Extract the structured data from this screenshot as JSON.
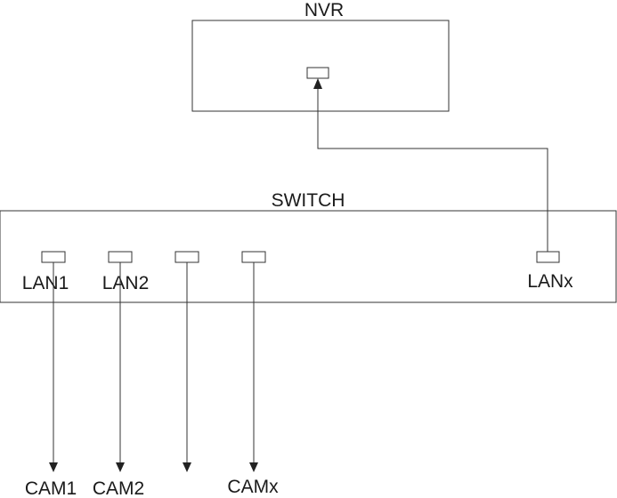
{
  "nvr": {
    "title": "NVR"
  },
  "switch": {
    "title": "SWITCH",
    "ports": [
      "LAN1",
      "LAN2",
      "",
      "",
      "LANx"
    ]
  },
  "cameras": [
    "CAM1",
    "CAM2",
    "",
    "CAMx"
  ]
}
